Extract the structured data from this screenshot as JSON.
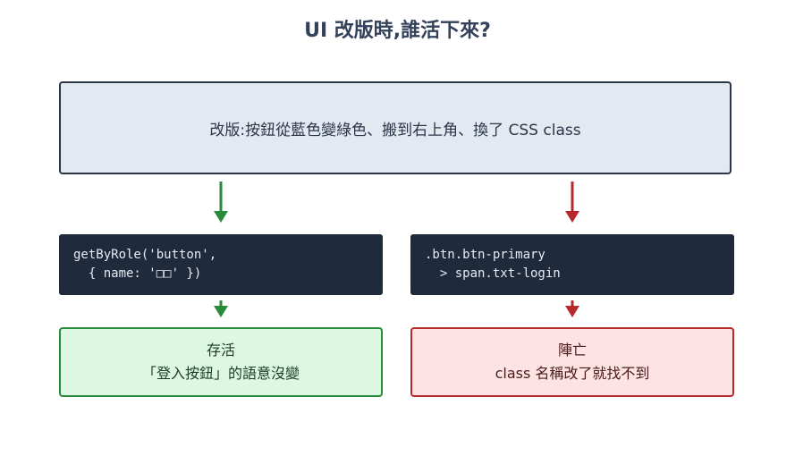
{
  "title": "UI 改版時,誰活下來?",
  "change_box": {
    "text": "改版:按鈕從藍色變綠色、搬到右上角、換了 CSS class"
  },
  "left": {
    "code_line1": "getByRole('button',",
    "code_line2": "  { name: '□□' })",
    "result_title": "存活",
    "result_desc": "「登入按鈕」的語意沒變",
    "color": "#2a8a3c"
  },
  "right": {
    "code_line1": ".btn.btn-primary",
    "code_line2": "  > span.txt-login",
    "result_title": "陣亡",
    "result_desc": "class 名稱改了就找不到",
    "color": "#b8292d"
  }
}
